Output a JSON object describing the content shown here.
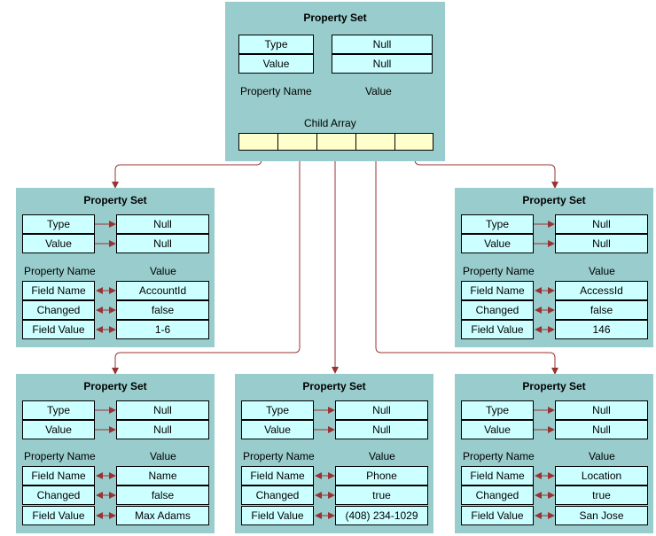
{
  "root": {
    "title": "Property Set",
    "type_label": "Type",
    "value_label": "Value",
    "type_value": "Null",
    "value_value": "Null",
    "prop_name_header": "Property Name",
    "value_header": "Value",
    "child_array_label": "Child Array"
  },
  "children": [
    {
      "title": "Property Set",
      "type_label": "Type",
      "value_label": "Value",
      "type_value": "Null",
      "value_value": "Null",
      "prop_name_header": "Property Name",
      "value_header": "Value",
      "rows": [
        {
          "name": "Field Name",
          "value": "AccountId"
        },
        {
          "name": "Changed",
          "value": "false"
        },
        {
          "name": "Field Value",
          "value": "1-6"
        }
      ]
    },
    {
      "title": "Property Set",
      "type_label": "Type",
      "value_label": "Value",
      "type_value": "Null",
      "value_value": "Null",
      "prop_name_header": "Property Name",
      "value_header": "Value",
      "rows": [
        {
          "name": "Field Name",
          "value": "AccessId"
        },
        {
          "name": "Changed",
          "value": "false"
        },
        {
          "name": "Field Value",
          "value": "146"
        }
      ]
    },
    {
      "title": "Property Set",
      "type_label": "Type",
      "value_label": "Value",
      "type_value": "Null",
      "value_value": "Null",
      "prop_name_header": "Property Name",
      "value_header": "Value",
      "rows": [
        {
          "name": "Field Name",
          "value": "Name"
        },
        {
          "name": "Changed",
          "value": "false"
        },
        {
          "name": "Field Value",
          "value": "Max Adams"
        }
      ]
    },
    {
      "title": "Property Set",
      "type_label": "Type",
      "value_label": "Value",
      "type_value": "Null",
      "value_value": "Null",
      "prop_name_header": "Property Name",
      "value_header": "Value",
      "rows": [
        {
          "name": "Field Name",
          "value": "Phone"
        },
        {
          "name": "Changed",
          "value": "true"
        },
        {
          "name": "Field Value",
          "value": "(408) 234-1029"
        }
      ]
    },
    {
      "title": "Property Set",
      "type_label": "Type",
      "value_label": "Value",
      "type_value": "Null",
      "value_value": "Null",
      "prop_name_header": "Property Name",
      "value_header": "Value",
      "rows": [
        {
          "name": "Field Name",
          "value": "Location"
        },
        {
          "name": "Changed",
          "value": "true"
        },
        {
          "name": "Field Value",
          "value": "San Jose"
        }
      ]
    }
  ],
  "colors": {
    "box_fill": "#99cccc",
    "cell_fill": "#ccffff",
    "array_fill": "#ffffcc",
    "connector": "#993333"
  }
}
